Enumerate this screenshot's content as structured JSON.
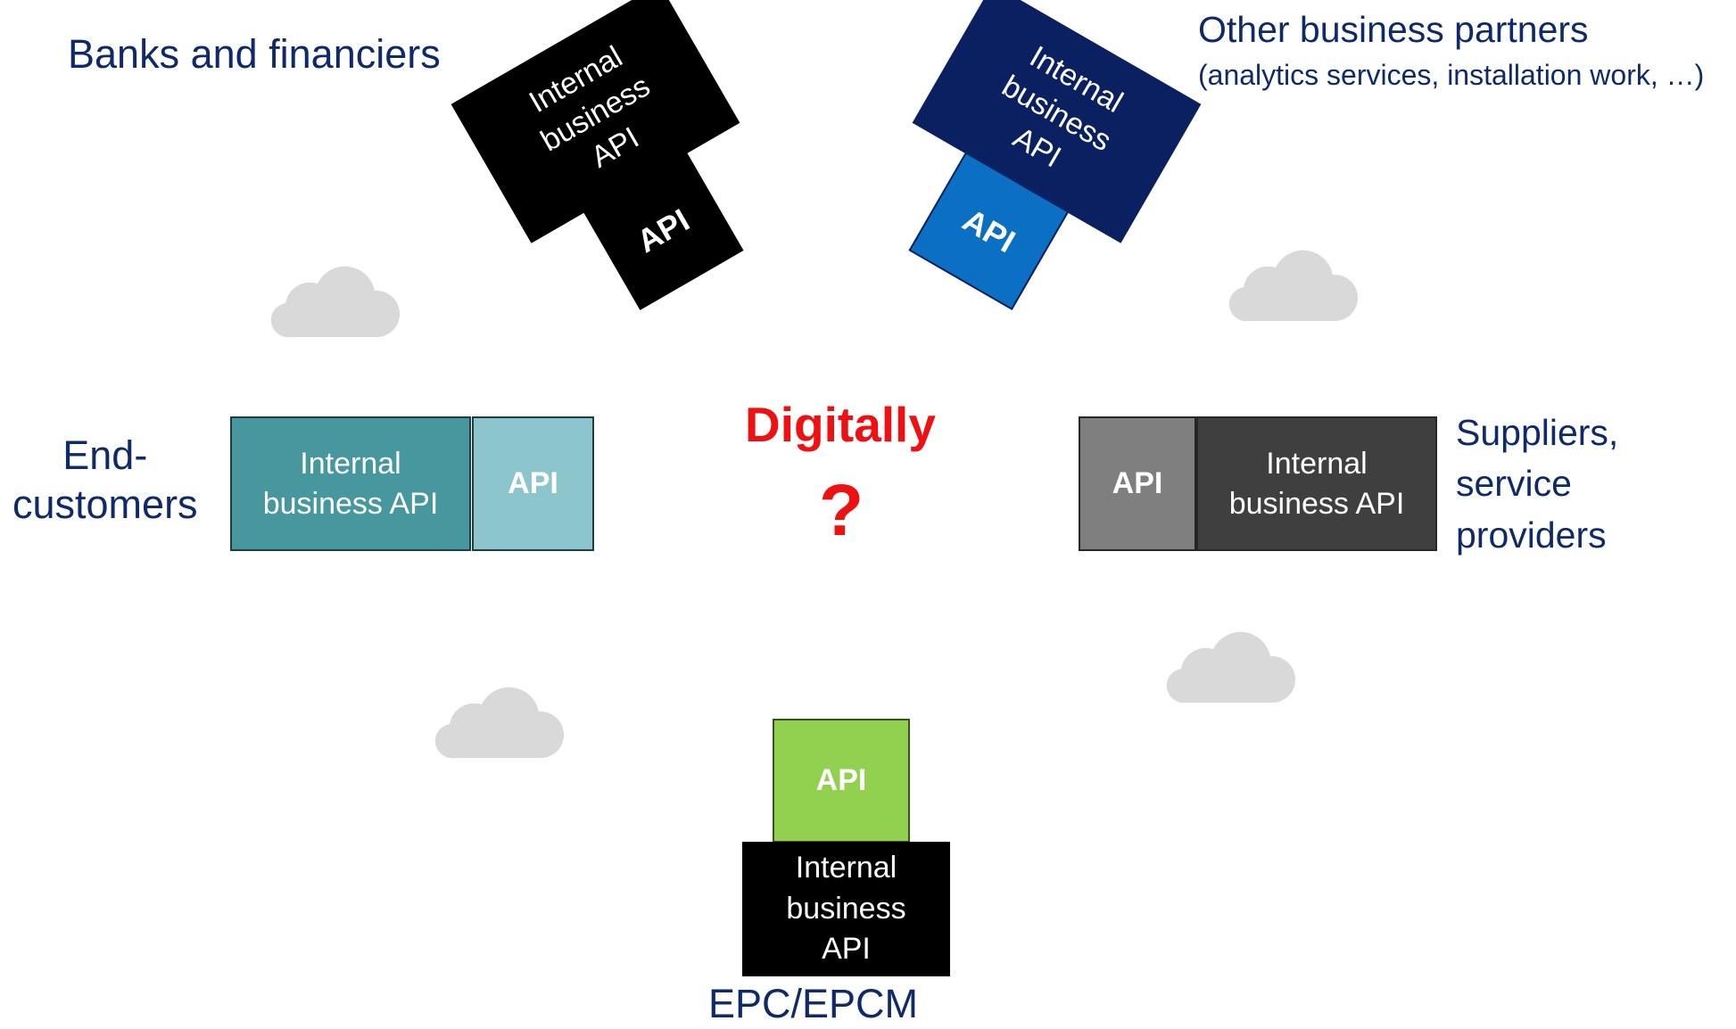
{
  "labels": {
    "banks": "Banks and financiers",
    "partners_title": "Other business partners",
    "partners_sub": "(analytics services, installation work, …)",
    "end_customers": "End-\ncustomers",
    "suppliers": "Suppliers,\nservice\nproviders",
    "epc": "EPC/EPCM",
    "digitally": "Digitally",
    "question": "?"
  },
  "nodes": {
    "banks": {
      "internal": "Internal\nbusiness\nAPI",
      "api": "API"
    },
    "partners": {
      "internal": "Internal\nbusiness\nAPI",
      "api": "API"
    },
    "end_customers": {
      "internal": "Internal\nbusiness API",
      "api": "API"
    },
    "suppliers": {
      "internal": "Internal\nbusiness API",
      "api": "API"
    },
    "epc": {
      "internal": "Internal\nbusiness\nAPI",
      "api": "API"
    }
  },
  "colors": {
    "label_text": "#0e2a6b",
    "digitally": "#ee1111",
    "banks_box": "#000000",
    "partners_internal": "#0b2060",
    "partners_api": "#0b6fc4",
    "end_customers_internal": "#46979e",
    "end_customers_api": "#8cc6cc",
    "suppliers_api": "#7f7f7f",
    "suppliers_internal": "#3f3f3f",
    "epc_api": "#92d050",
    "epc_internal": "#000000",
    "cloud": "#d9d9d9"
  }
}
